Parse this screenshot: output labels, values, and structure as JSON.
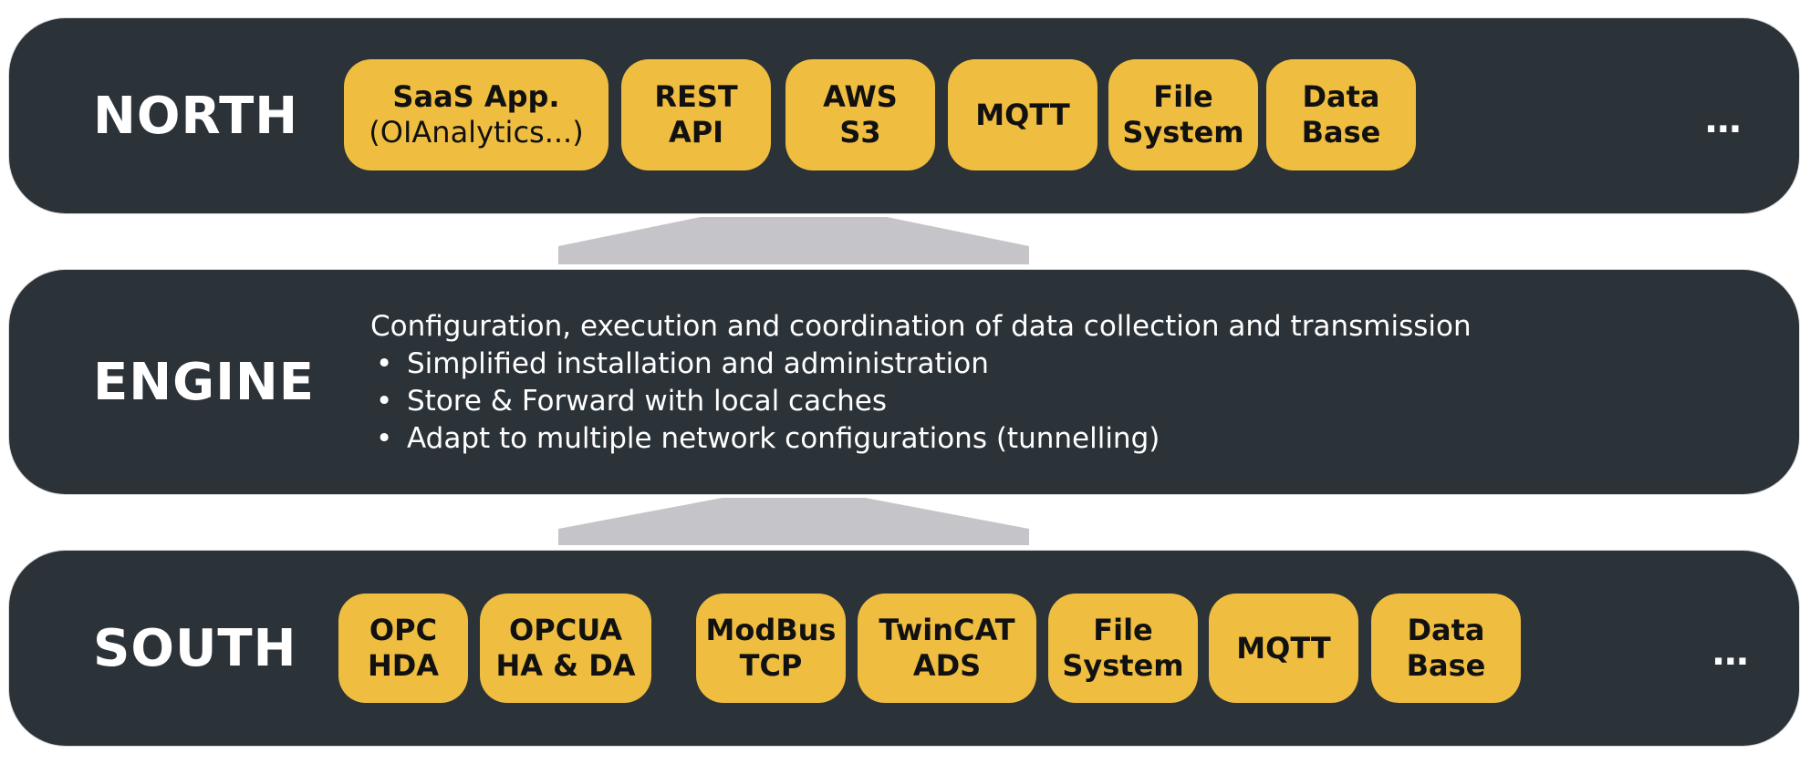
{
  "north": {
    "title": "NORTH",
    "chips": [
      {
        "line1": "SaaS App.",
        "line2": "(OIAnalytics...)"
      },
      {
        "line1": "REST",
        "line2": "API"
      },
      {
        "line1": "AWS",
        "line2": "S3"
      },
      {
        "line1": "MQTT"
      },
      {
        "line1": "File",
        "line2": "System"
      },
      {
        "line1": "Data",
        "line2": "Base"
      }
    ],
    "more": "..."
  },
  "engine": {
    "title": "ENGINE",
    "description": "Configuration, execution and coordination of data collection and transmission",
    "bullets": [
      "Simplified installation and administration",
      "Store & Forward with local caches",
      "Adapt to multiple network configurations (tunnelling)"
    ],
    "bullet_symbol": "•"
  },
  "south": {
    "title": "SOUTH",
    "chips": [
      {
        "line1": "OPC",
        "line2": "HDA"
      },
      {
        "line1": "OPCUA",
        "line2": "HA & DA"
      },
      {
        "line1": "ModBus",
        "line2": "TCP"
      },
      {
        "line1": "TwinCAT",
        "line2": "ADS"
      },
      {
        "line1": "File",
        "line2": "System"
      },
      {
        "line1": "MQTT"
      },
      {
        "line1": "Data",
        "line2": "Base"
      }
    ],
    "more": "..."
  },
  "colors": {
    "band": "#2b3238",
    "chip": "#efbd40",
    "connector": "#c5c5c9",
    "text_light": "#ffffff",
    "text_dark": "#111111"
  }
}
